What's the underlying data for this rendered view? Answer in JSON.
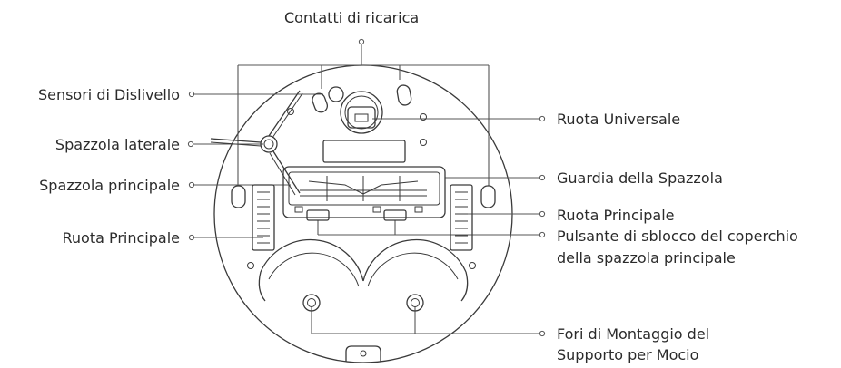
{
  "labels": {
    "charging_contacts": "Contatti di ricarica",
    "cliff_sensors": "Sensori di Dislivello",
    "side_brush": "Spazzola laterale",
    "main_brush": "Spazzola principale",
    "main_wheel_left": "Ruota Principale",
    "universal_wheel": "Ruota Universale",
    "brush_guard": "Guardia della Spazzola",
    "main_wheel_right": "Ruota Principale",
    "release_button_line1": "Pulsante di sblocco del coperchio",
    "release_button_line2": "della spazzola principale",
    "mop_holes_line1": "Fori di Montaggio del",
    "mop_holes_line2": "Supporto per Mocio"
  }
}
